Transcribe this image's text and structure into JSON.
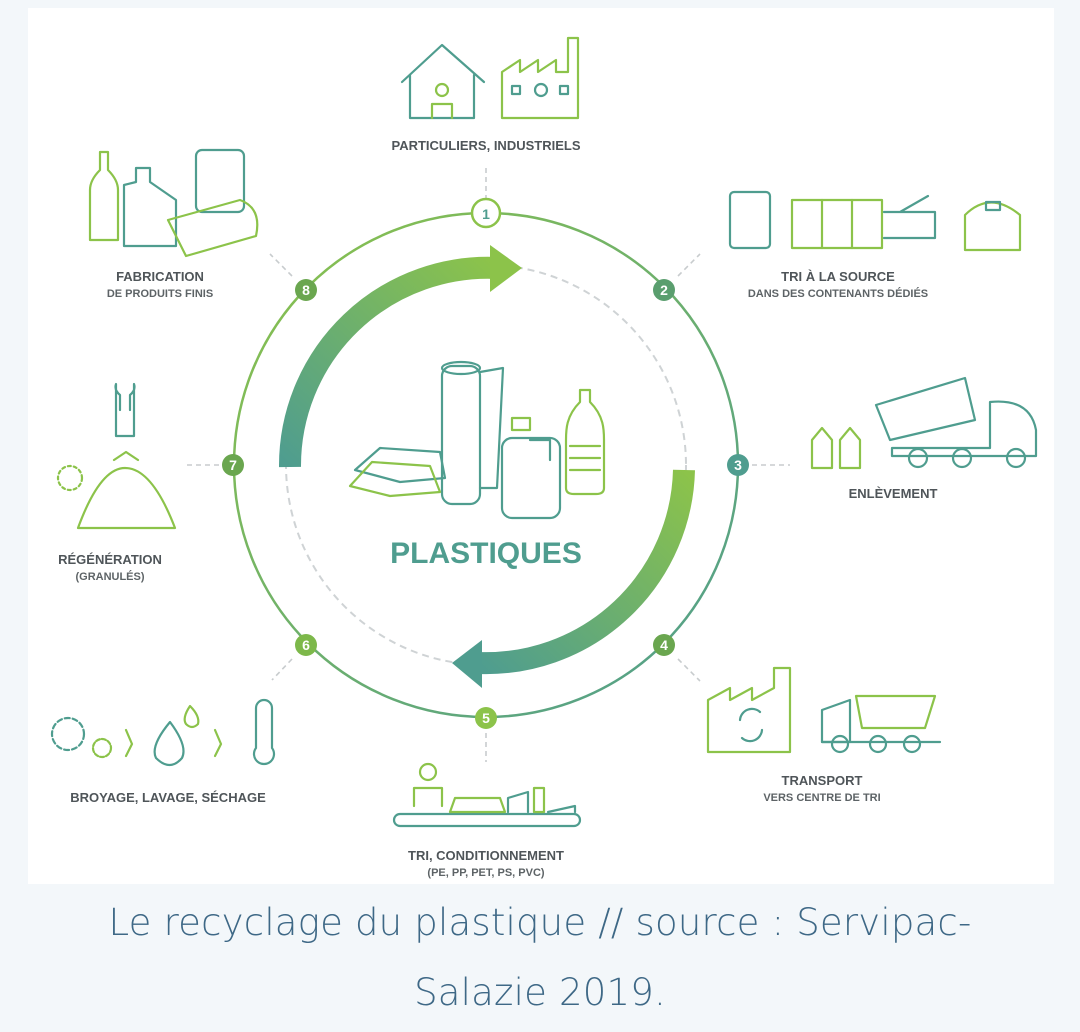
{
  "diagram": {
    "center_title": "PLASTIQUES",
    "steps": [
      {
        "number": "1",
        "title": "PARTICULIERS, INDUSTRIELS",
        "subtitle": ""
      },
      {
        "number": "2",
        "title": "TRI À LA SOURCE",
        "subtitle": "DANS DES CONTENANTS DÉDIÉS"
      },
      {
        "number": "3",
        "title": "ENLÈVEMENT",
        "subtitle": ""
      },
      {
        "number": "4",
        "title": "TRANSPORT",
        "subtitle": "VERS CENTRE DE TRI"
      },
      {
        "number": "5",
        "title": "TRI, CONDITIONNEMENT",
        "subtitle": "(PE, PP, PET, PS, PVC)"
      },
      {
        "number": "6",
        "title": "BROYAGE, LAVAGE, SÉCHAGE",
        "subtitle": ""
      },
      {
        "number": "7",
        "title": "RÉGÉNÉRATION",
        "subtitle": "(GRANULÉS)"
      },
      {
        "number": "8",
        "title": "FABRICATION",
        "subtitle": "DE PRODUITS FINIS"
      }
    ],
    "colors": {
      "green": "#8cc34a",
      "teal": "#4f9d8f",
      "label": "#4f5559"
    }
  },
  "caption": {
    "line1": "Le recyclage du plastique // source : Servipac-",
    "line2": "Salazie 2019."
  }
}
